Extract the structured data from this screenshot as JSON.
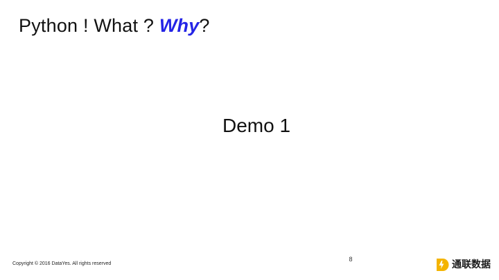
{
  "slide": {
    "title_main": "Python ! What ? ",
    "title_emphasis": "Why",
    "title_tail": "?",
    "emphasis_color": "#2424e6",
    "body_text": "Demo 1",
    "page_number": "8",
    "copyright": "Copyright © 2016 DataYes. All rights reserved",
    "logo_text": "通联数据",
    "logo_icon": "datayes-logo-icon",
    "logo_color": "#f4b400"
  }
}
